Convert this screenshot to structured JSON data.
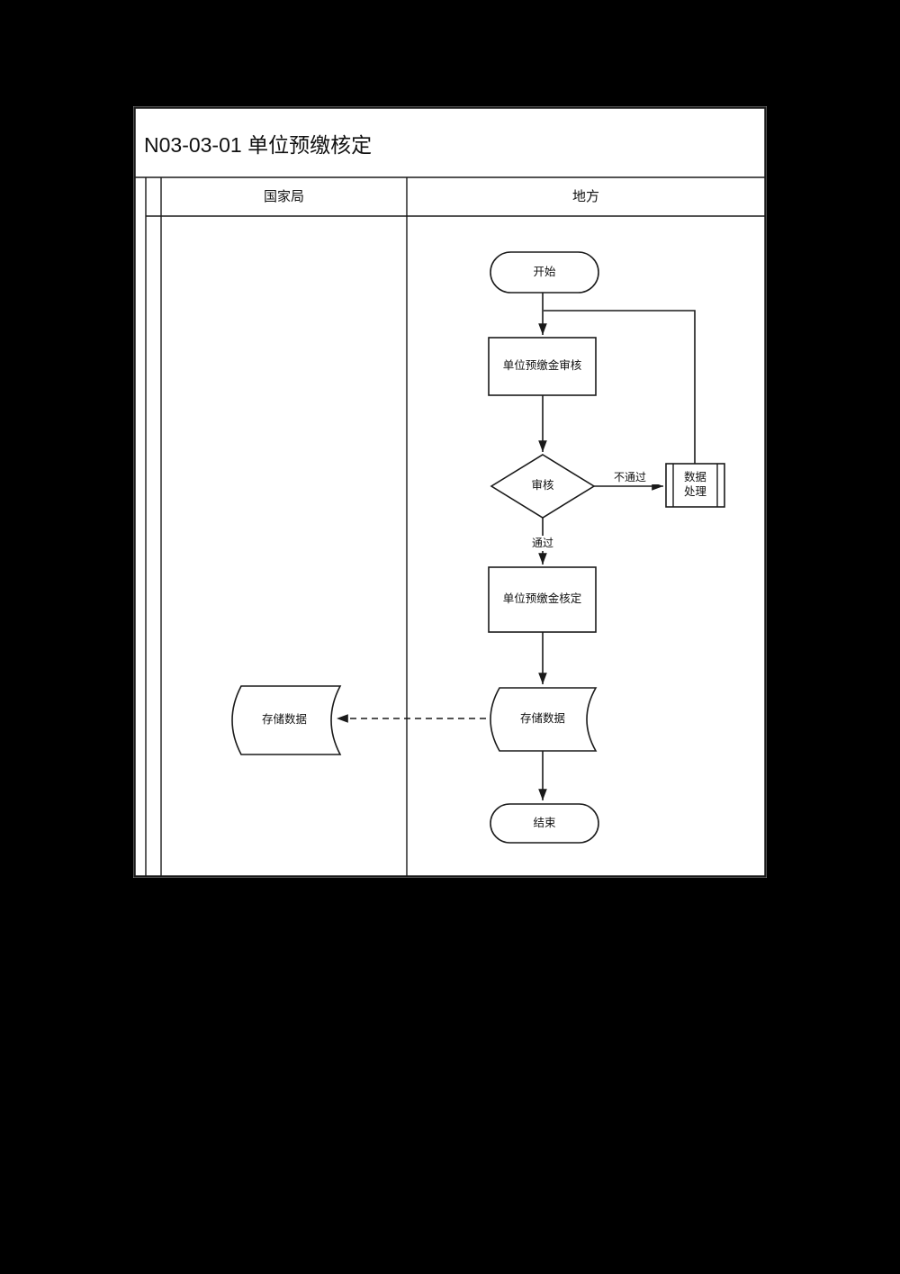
{
  "title": "N03-03-01 单位预缴核定",
  "lanes": {
    "national": {
      "label": "国家局"
    },
    "local": {
      "label": "地方"
    }
  },
  "nodes": {
    "start": {
      "label": "开始",
      "type": "terminator"
    },
    "audit_process": {
      "label": "单位预缴金审核",
      "type": "process"
    },
    "decision": {
      "label": "审核",
      "type": "decision"
    },
    "data_processing": {
      "label": "数据\n处理",
      "type": "predefined-process"
    },
    "assessment_process": {
      "label": "单位预缴金核定",
      "type": "process"
    },
    "store_data_local": {
      "label": "存储数据",
      "type": "stored-data"
    },
    "store_data_national": {
      "label": "存储数据",
      "type": "stored-data"
    },
    "end": {
      "label": "结束",
      "type": "terminator"
    }
  },
  "edges": {
    "fail_label": "不通过",
    "pass_label": "通过"
  },
  "colors": {
    "background": "#000000",
    "page": "#ffffff",
    "line": "#1a1a1a",
    "text": "#111111"
  }
}
